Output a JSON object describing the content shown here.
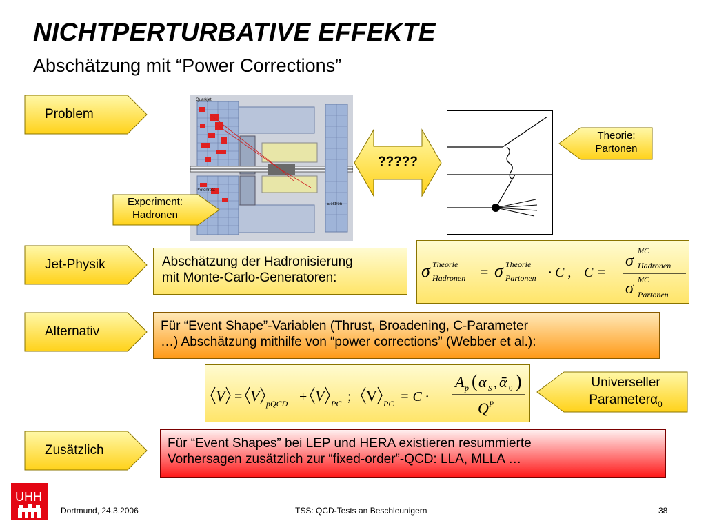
{
  "title": "NICHTPERTURBATIVE EFFEKTE",
  "subtitle": "Abschätzung mit “Power Corrections”",
  "rows": {
    "problem": "Problem",
    "jet_physik": "Jet-Physik",
    "alternativ": "Alternativ",
    "zusaetzlich": "Zusätzlich"
  },
  "detector": {
    "quarkjet": "Quarkjet",
    "protonrest": "Protonrest",
    "elektron": "Elektron"
  },
  "experiment_callout": {
    "line1": "Experiment:",
    "line2": "Hadronen"
  },
  "question_arrow": "?????",
  "theorie_callout": {
    "line1": "Theorie:",
    "line2": "Partonen"
  },
  "jet_text": {
    "line1": "Abschätzung der Hadronisierung",
    "line2": "mit Monte-Carlo-Generatoren:"
  },
  "formula1": {
    "sigma": "σ",
    "sup_theorie": "Theorie",
    "sub_hadronen": "Hadronen",
    "equals": "=",
    "sub_partonen": "Partonen",
    "dot_c": "· C ,",
    "c_equals": "C =",
    "sup_mc": "MC"
  },
  "alternativ_text": {
    "line1": "Für “Event Shape”-Variablen (Thrust, Broadening, C-Parameter",
    "line2": "…) Abschätzung mithilfe von “power corrections” (Webber et al.):"
  },
  "formula2": {
    "lhs": "V",
    "sub_pqcd": "pQCD",
    "sub_pc": "PC",
    "plus": "+",
    "semicolon": ";",
    "rhs_v": "V",
    "c_dot": "= C ·",
    "num": "A",
    "num_sub": "p",
    "alpha_s": "α",
    "alpha_s_sub": "S",
    "comma": ",",
    "alpha_0": "ᾱ",
    "alpha_0_sub": "0",
    "den": "Q",
    "den_sup": "p",
    "eq": "="
  },
  "universal_callout": {
    "line1": "Universeller",
    "line2": "Parameter",
    "alpha": "α",
    "alpha_sub": "0"
  },
  "zusaetzlich_text": {
    "line1": "Für “Event Shapes” bei LEP und HERA existieren resummierte",
    "line2": "Vorhersagen zusätzlich zur “fixed-order”-QCD: LLA, MLLA …"
  },
  "logo": {
    "text": "UHH"
  },
  "footer": {
    "left": "Dortmund, 24.3.2006",
    "center": "TSS: QCD-Tests an Beschleunigern",
    "page": "38"
  },
  "colors": {
    "yellow_top": "#fff8a8",
    "yellow_bottom": "#ffd21a",
    "orange": "#ff9a18",
    "red": "#ff1a1a",
    "logo_red": "#e30613"
  }
}
